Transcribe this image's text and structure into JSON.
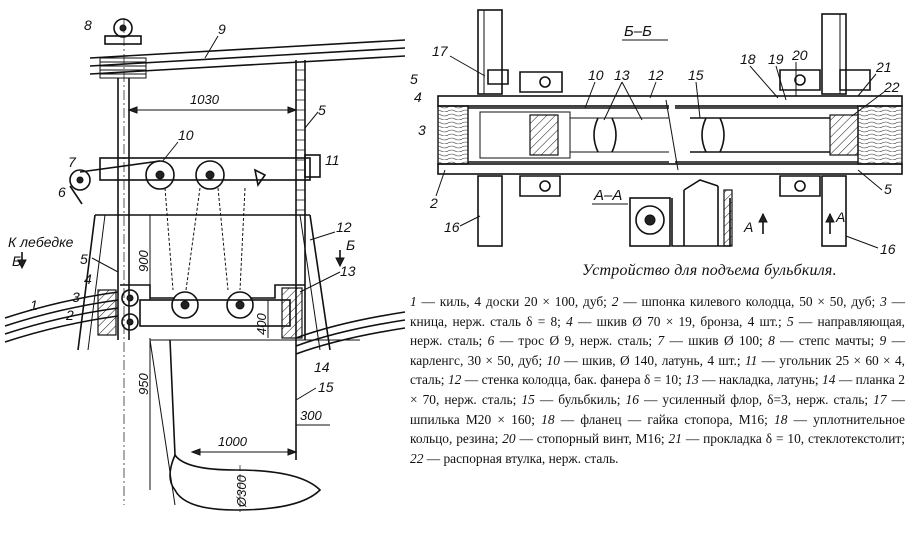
{
  "caption": "Устройство для подъема бульбкиля.",
  "section_labels": {
    "bb": "Б–Б",
    "aa": "А–А",
    "a_mark_left": "А",
    "a_mark_right": "А",
    "b_mark_left": "Б",
    "b_mark_right": "Б",
    "winch": "К лебедке"
  },
  "dimensions": {
    "d1030": "1030",
    "d900": "900",
    "d400": "400",
    "d950": "950",
    "d300": "300",
    "d1000": "1000",
    "d_diam300": "Ø300"
  },
  "callouts_left": [
    "1",
    "2",
    "3",
    "4",
    "5",
    "6",
    "7",
    "8",
    "9",
    "10",
    "11",
    "12",
    "13",
    "14",
    "15",
    "5"
  ],
  "callouts_right": [
    "17",
    "5",
    "4",
    "3",
    "2",
    "16",
    "10",
    "13",
    "12",
    "15",
    "18",
    "19",
    "20",
    "21",
    "22",
    "5",
    "16"
  ],
  "legend": [
    {
      "num": "1",
      "text": "киль, 4 доски 20 × 100, дуб;"
    },
    {
      "num": "2",
      "text": "шпонка килевого колодца, 50 × 50, дуб;"
    },
    {
      "num": "3",
      "text": "кница, нерж. сталь δ = 8;"
    },
    {
      "num": "4",
      "text": "шкив Ø 70 × 19, бронза, 4 шт.;"
    },
    {
      "num": "5",
      "text": "направляющая, нерж. сталь;"
    },
    {
      "num": "6",
      "text": "трос Ø 9, нерж. сталь;"
    },
    {
      "num": "7",
      "text": "шкив Ø 100;"
    },
    {
      "num": "8",
      "text": "степс мачты;"
    },
    {
      "num": "9",
      "text": "карленгс, 30 × 50, дуб;"
    },
    {
      "num": "10",
      "text": "шкив, Ø 140, латунь, 4 шт.;"
    },
    {
      "num": "11",
      "text": "угольник 25 × 60 × 4, сталь;"
    },
    {
      "num": "12",
      "text": "стенка колодца, бак. фанера δ = 10;"
    },
    {
      "num": "13",
      "text": "накладка, латунь;"
    },
    {
      "num": "14",
      "text": "планка 2 × 70, нерж. сталь;"
    },
    {
      "num": "15",
      "text": "бульбкиль;"
    },
    {
      "num": "16",
      "text": "усиленный флор, δ=3, нерж. сталь;"
    },
    {
      "num": "17",
      "text": "шпилька М20 × 160;"
    },
    {
      "num": "18",
      "text": "фланец — гайка стопора, М16;"
    },
    {
      "num": "18",
      "text": "уплотнительное кольцо, резина;"
    },
    {
      "num": "20",
      "text": "стопорный винт, М16;"
    },
    {
      "num": "21",
      "text": "прокладка δ = 10, стеклотекстолит;"
    },
    {
      "num": "22",
      "text": "распорная втулка, нерж. сталь."
    }
  ]
}
